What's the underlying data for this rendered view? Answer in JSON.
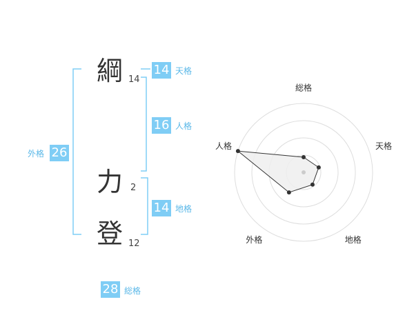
{
  "characters": [
    {
      "char": "綱",
      "strokes": "14"
    },
    {
      "char": "力",
      "strokes": "2"
    },
    {
      "char": "登",
      "strokes": "12"
    }
  ],
  "kakusuu": {
    "tenkaku": {
      "label": "天格",
      "value": "14"
    },
    "jinkaku": {
      "label": "人格",
      "value": "16"
    },
    "chikaku": {
      "label": "地格",
      "value": "14"
    },
    "gaikaku": {
      "label": "外格",
      "value": "26"
    },
    "soukaku": {
      "label": "総格",
      "value": "28"
    }
  },
  "colors": {
    "accent": "#7fcdf5",
    "accent_text": "#5bb8e8",
    "radar_grid": "#dddddd",
    "radar_fill": "#eeeeee",
    "radar_stroke": "#333333"
  },
  "chart_data": {
    "type": "radar",
    "axes": [
      "総格",
      "天格",
      "地格",
      "外格",
      "人格"
    ],
    "values": [
      0.22,
      0.23,
      0.22,
      0.36,
      1.0
    ],
    "rings": 4,
    "range": [
      0,
      1
    ]
  }
}
